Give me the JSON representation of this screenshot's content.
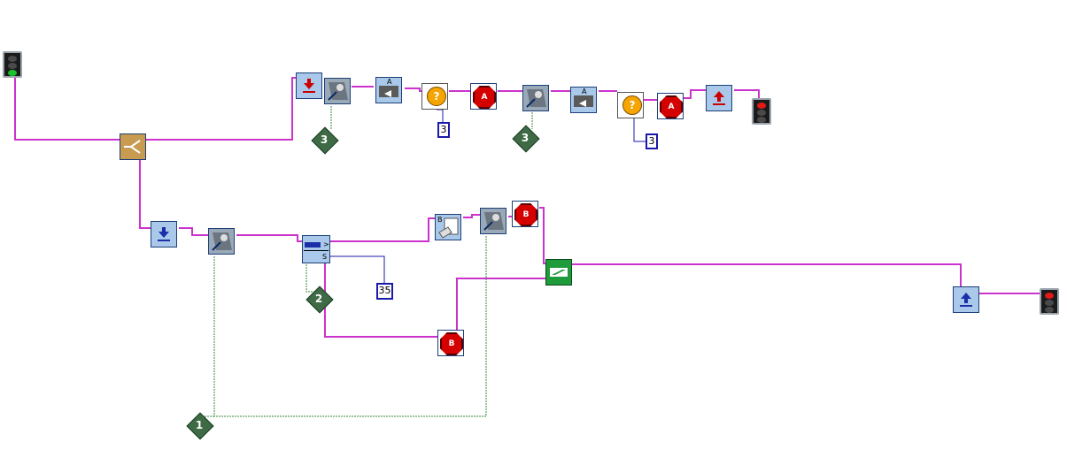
{
  "diagram": {
    "num_top_1": "3",
    "num_top_2": "3",
    "num_bottom": "35",
    "diamond_1": "1",
    "diamond_2": "2",
    "diamond_3a": "3",
    "diamond_3b": "3",
    "stop_letter_a": "A",
    "stop_letter_b": "B",
    "port_letter_a": "A",
    "port_letter_b": "B",
    "question_mark": "?"
  },
  "colors": {
    "sequence_wire": "#cc33cc",
    "data_wire": "#3a8a3a",
    "number_wire": "#1a1aa8",
    "block_fill": "#a9c8ea"
  },
  "icons": [
    "traffic-light-start-icon",
    "fork-icon",
    "jump-down-icon",
    "jump-up-icon",
    "rotation-sensor-icon",
    "motor-icon",
    "wait-timer-icon",
    "stop-icon",
    "touch-sensor-icon",
    "sound-icon",
    "branch-merge-icon",
    "traffic-light-stop-icon"
  ]
}
